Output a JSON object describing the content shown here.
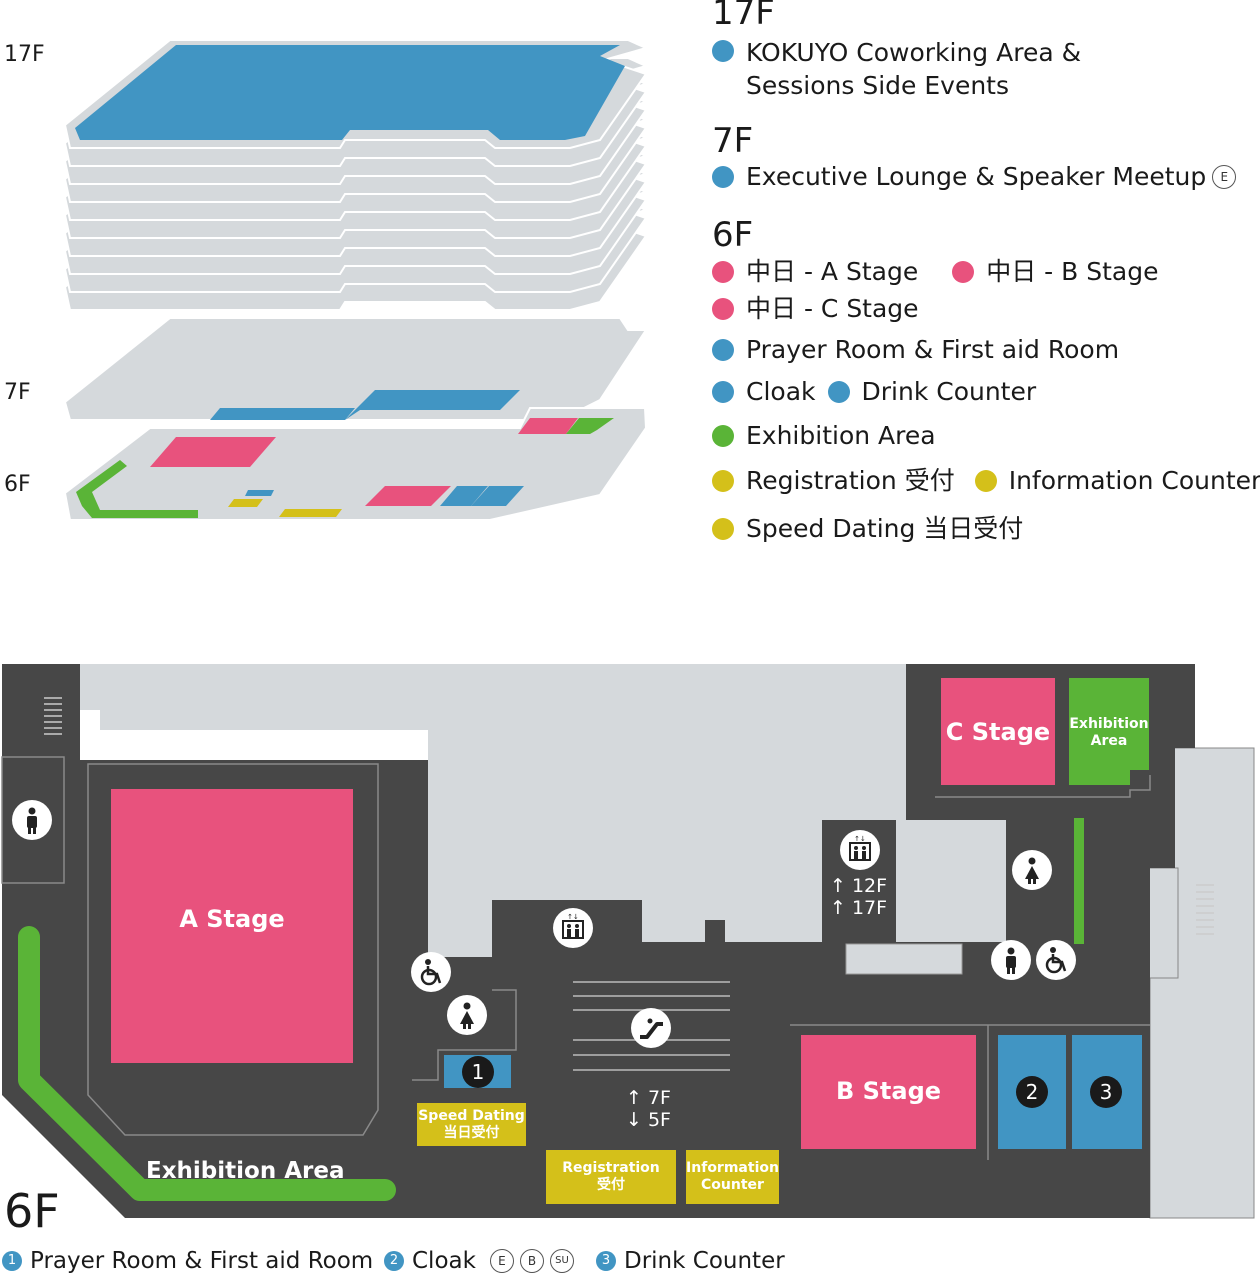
{
  "colors": {
    "blue": "#4195c3",
    "pink": "#e8527d",
    "green": "#5ab437",
    "yellow": "#d4c01a",
    "dark": "#474747",
    "light": "#d5d9dc"
  },
  "stack_floor_labels": {
    "f17": "17F",
    "f7": "7F",
    "f6": "6F"
  },
  "legend": {
    "f17": {
      "heading": "17F",
      "items": [
        {
          "text": "KOKUYO Coworking Area &\nSessions Side Events",
          "color": "blue"
        }
      ]
    },
    "f7": {
      "heading": "7F",
      "items": [
        {
          "text": "Executive Lounge & Speaker Meetup",
          "color": "blue",
          "badge": "E"
        }
      ]
    },
    "f6": {
      "heading": "6F",
      "rows": [
        [
          {
            "text": "中日 - A Stage",
            "color": "pink"
          },
          {
            "text": "中日 - B Stage",
            "color": "pink"
          }
        ],
        [
          {
            "text": "中日 - C Stage",
            "color": "pink"
          }
        ],
        [
          {
            "text": "Prayer Room & First aid Room",
            "color": "blue"
          }
        ],
        [
          {
            "text": "Cloak",
            "color": "blue"
          },
          {
            "text": "Drink Counter",
            "color": "blue"
          }
        ],
        [
          {
            "text": "Exhibition Area",
            "color": "green"
          }
        ],
        [
          {
            "text": "Registration 受付",
            "color": "yellow"
          },
          {
            "text": "Information Counter",
            "color": "yellow"
          }
        ],
        [
          {
            "text": "Speed Dating 当日受付",
            "color": "yellow"
          }
        ]
      ]
    }
  },
  "floor_map": {
    "title": "6F",
    "a_stage": "A Stage",
    "b_stage": "B Stage",
    "c_stage": "C Stage",
    "exhibition_small": "Exhibition\nArea",
    "exhibition_large": "Exhibition Area",
    "speed_dating": "Speed Dating\n当日受付",
    "registration": "Registration\n受付",
    "information": "Information\nCounter",
    "elevator_floors_right": [
      "12F",
      "17F"
    ],
    "escalator_floors": {
      "up": "7F",
      "down": "5F"
    },
    "numbers": [
      "1",
      "2",
      "3"
    ],
    "icons": [
      "elevator-icon",
      "escalator-icon",
      "male-restroom-icon",
      "female-restroom-icon",
      "accessible-restroom-icon"
    ]
  },
  "bottom_legend": {
    "item1": {
      "num": "1",
      "text": "Prayer Room & First aid Room"
    },
    "item2": {
      "num": "2",
      "text": "Cloak",
      "badges": [
        "E",
        "B",
        "SU"
      ]
    },
    "item3": {
      "num": "3",
      "text": "Drink Counter"
    }
  }
}
